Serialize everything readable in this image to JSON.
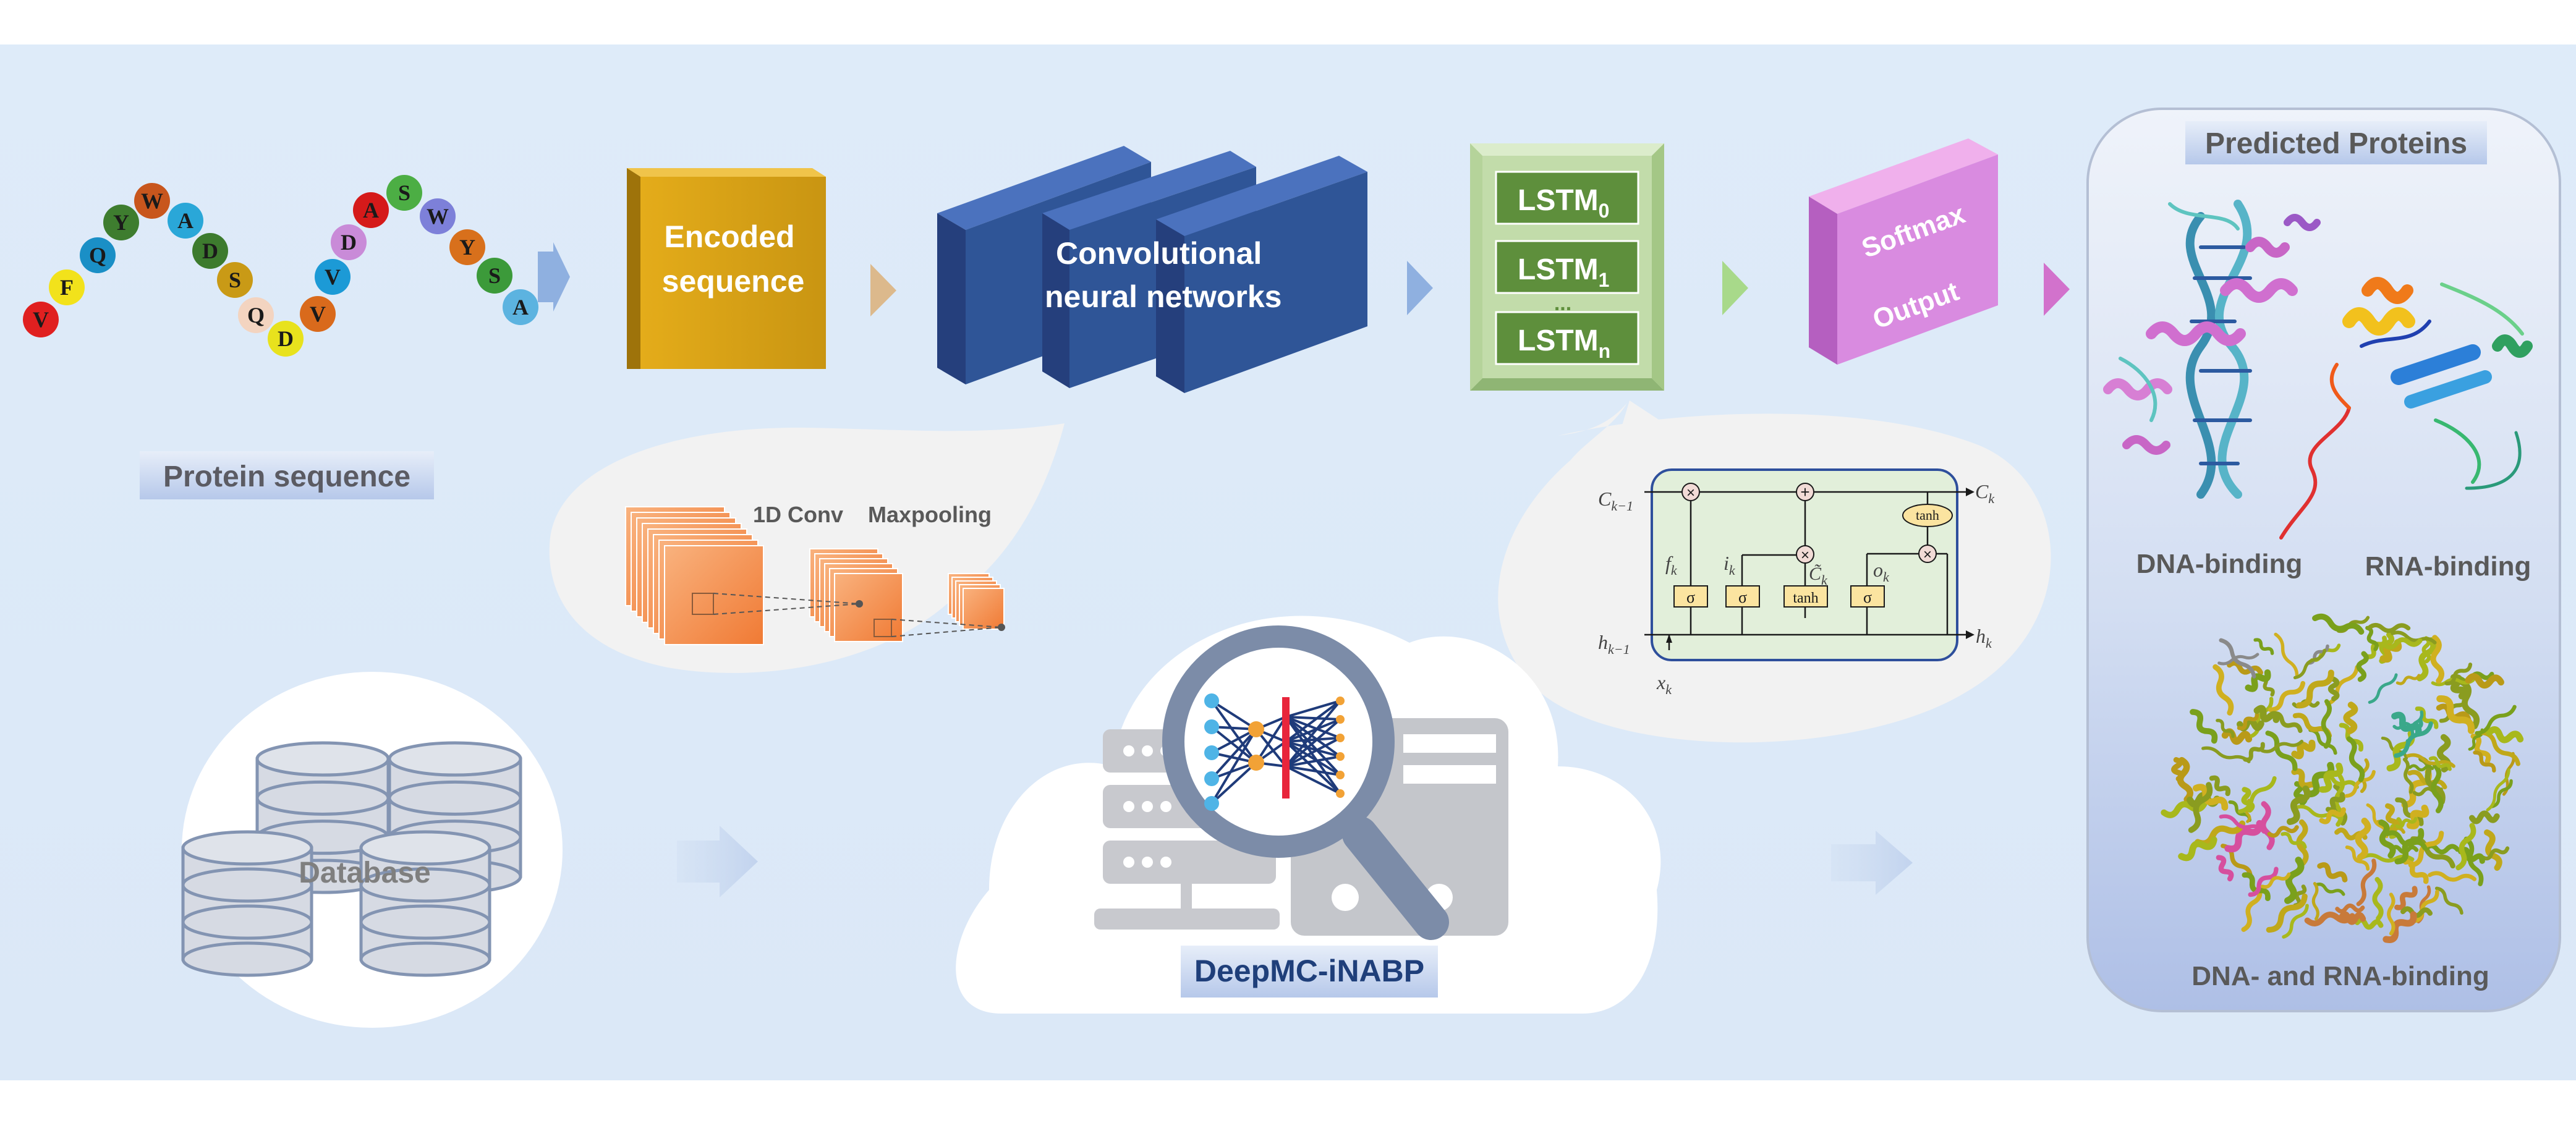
{
  "protein_sequence": {
    "residues": [
      {
        "letter": "V",
        "color": "#e02020"
      },
      {
        "letter": "F",
        "color": "#f2e21b"
      },
      {
        "letter": "Q",
        "color": "#1a8fc6"
      },
      {
        "letter": "Y",
        "color": "#3e7d2f"
      },
      {
        "letter": "W",
        "color": "#c8561d"
      },
      {
        "letter": "A",
        "color": "#2aa7d8"
      },
      {
        "letter": "D",
        "color": "#3d7b2e"
      },
      {
        "letter": "S",
        "color": "#c99a16"
      },
      {
        "letter": "Q",
        "color": "#f3d4c0"
      },
      {
        "letter": "D",
        "color": "#e8e21d"
      },
      {
        "letter": "V",
        "color": "#d96a1c"
      },
      {
        "letter": "V",
        "color": "#1c9ad6"
      },
      {
        "letter": "D",
        "color": "#c98bd8"
      },
      {
        "letter": "A",
        "color": "#d51a1a"
      },
      {
        "letter": "S",
        "color": "#4cae44"
      },
      {
        "letter": "W",
        "color": "#7d80d9"
      },
      {
        "letter": "Y",
        "color": "#d8701c"
      },
      {
        "letter": "S",
        "color": "#3c9a3a"
      },
      {
        "letter": "A",
        "color": "#5cb3e0"
      }
    ],
    "label": "Protein sequence"
  },
  "pipeline": {
    "encoded": "Encoded sequence",
    "cnn_line1": "Convolutional",
    "cnn_line2": "neural networks",
    "lstm": [
      {
        "base": "LSTM",
        "sub": "0"
      },
      {
        "base": "LSTM",
        "sub": "1"
      },
      {
        "base": "LSTM",
        "sub": "n"
      }
    ],
    "lstm_ellipsis": "...",
    "softmax": "Softmax",
    "output": "Output"
  },
  "conv_detail": {
    "conv_label": "1D Conv",
    "pool_label": "Maxpooling"
  },
  "lstm_cell": {
    "c_prev": "C",
    "c_prev_sub": "k−1",
    "c_next": "C",
    "c_next_sub": "k",
    "h_prev": "h",
    "h_prev_sub": "k−1",
    "h_next": "h",
    "h_next_sub": "k",
    "x": "x",
    "x_sub": "k",
    "f": "f",
    "f_sub": "k",
    "i": "i",
    "i_sub": "k",
    "c_tilde": "C̃",
    "c_tilde_sub": "k",
    "o": "o",
    "o_sub": "k",
    "sigma": "σ",
    "tanh": "tanh",
    "times": "×",
    "plus": "+"
  },
  "database": {
    "label": "Database"
  },
  "tool": {
    "label": "DeepMC-iNABP"
  },
  "results": {
    "title": "Predicted Proteins",
    "dna": "DNA-binding",
    "rna": "RNA-binding",
    "both": "DNA- and RNA-binding"
  }
}
